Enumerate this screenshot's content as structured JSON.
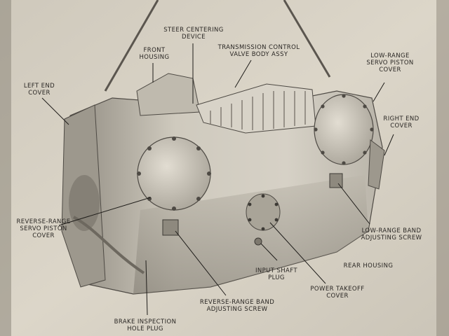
{
  "labels": {
    "steer_centering_device": [
      "STEER CENTERING",
      "DEVICE"
    ],
    "front_housing": [
      "FRONT",
      "HOUSING"
    ],
    "transmission_control_valve_body": [
      "TRANSMISSION CONTROL",
      "VALVE BODY ASSY"
    ],
    "low_range_servo_piston_cover": [
      "LOW-RANGE",
      "SERVO PISTON",
      "COVER"
    ],
    "left_end_cover": [
      "LEFT END",
      "COVER"
    ],
    "right_end_cover": [
      "RIGHT END",
      "COVER"
    ],
    "reverse_range_servo_piston_cover": [
      "REVERSE-RANGE",
      "SERVO PISTON",
      "COVER"
    ],
    "low_range_band_adjusting_screw": [
      "LOW-RANGE BAND",
      "ADJUSTING SCREW"
    ],
    "rear_housing": [
      "REAR HOUSING"
    ],
    "input_shaft_plug": [
      "INPUT SHAFT",
      "PLUG"
    ],
    "power_takeoff_cover": [
      "POWER TAKEOFF",
      "COVER"
    ],
    "reverse_range_band_adjusting_screw": [
      "REVERSE-RANGE BAND",
      "ADJUSTING SCREW"
    ],
    "brake_inspection_hole_plug": [
      "BRAKE INSPECTION",
      "HOLE PLUG"
    ]
  },
  "colors": {
    "page": "#dcd6c8",
    "casting": "#c9c4b8",
    "shadow": "#5d5850",
    "ink": "#2a2724"
  }
}
